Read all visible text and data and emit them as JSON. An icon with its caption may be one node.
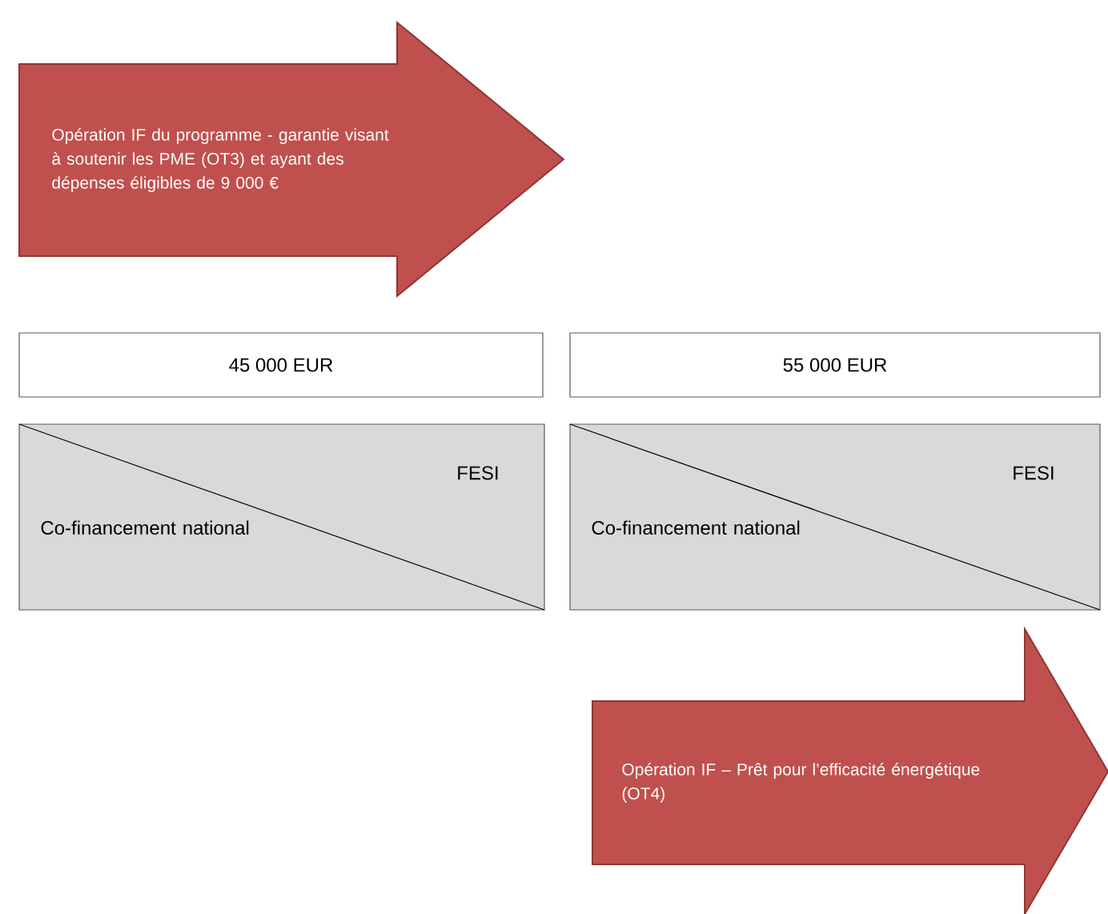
{
  "diagram": {
    "nodes": [
      {
        "text": [
          "Opération IF du programme - garantie visant à soutenir les PME (OT3) et ayant des dépenses éligibles de 9 000 €"
        ]
      },
      {
        "text": [
          "45 000 EUR"
        ]
      },
      {
        "text": [
          "55 000 EUR"
        ]
      },
      {
        "text": [
          "FESI",
          "Co-financement national"
        ]
      },
      {
        "text": [
          "FESI",
          "Co-financement national"
        ]
      },
      {
        "text": [
          "Opération IF – Prêt pour l’efficacité énergétique (OT4)"
        ]
      }
    ]
  }
}
